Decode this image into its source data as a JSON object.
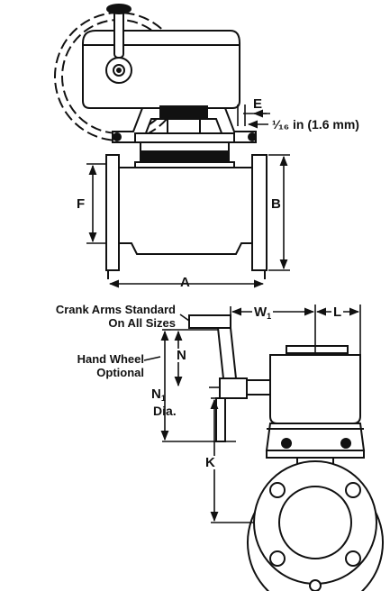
{
  "colors": {
    "ink": "#111111",
    "fill": "#ffffff"
  },
  "top_view": {
    "dim_e": "E",
    "gap_note": "¹⁄₁₆ in (1.6 mm)",
    "dim_f": "F",
    "dim_b": "B",
    "dim_a": "A"
  },
  "side_view": {
    "crank_note_line1": "Crank Arms Standard",
    "crank_note_line2": "On All Sizes",
    "hand_wheel_line1": "Hand Wheel",
    "hand_wheel_line2": "Optional",
    "dim_n": "N",
    "dim_n1_main": "N",
    "dim_n1_sub": "1",
    "dim_n1_dia": "Dia.",
    "dim_w1_main": "W",
    "dim_w1_sub": "1",
    "dim_l": "L",
    "dim_k": "K"
  }
}
